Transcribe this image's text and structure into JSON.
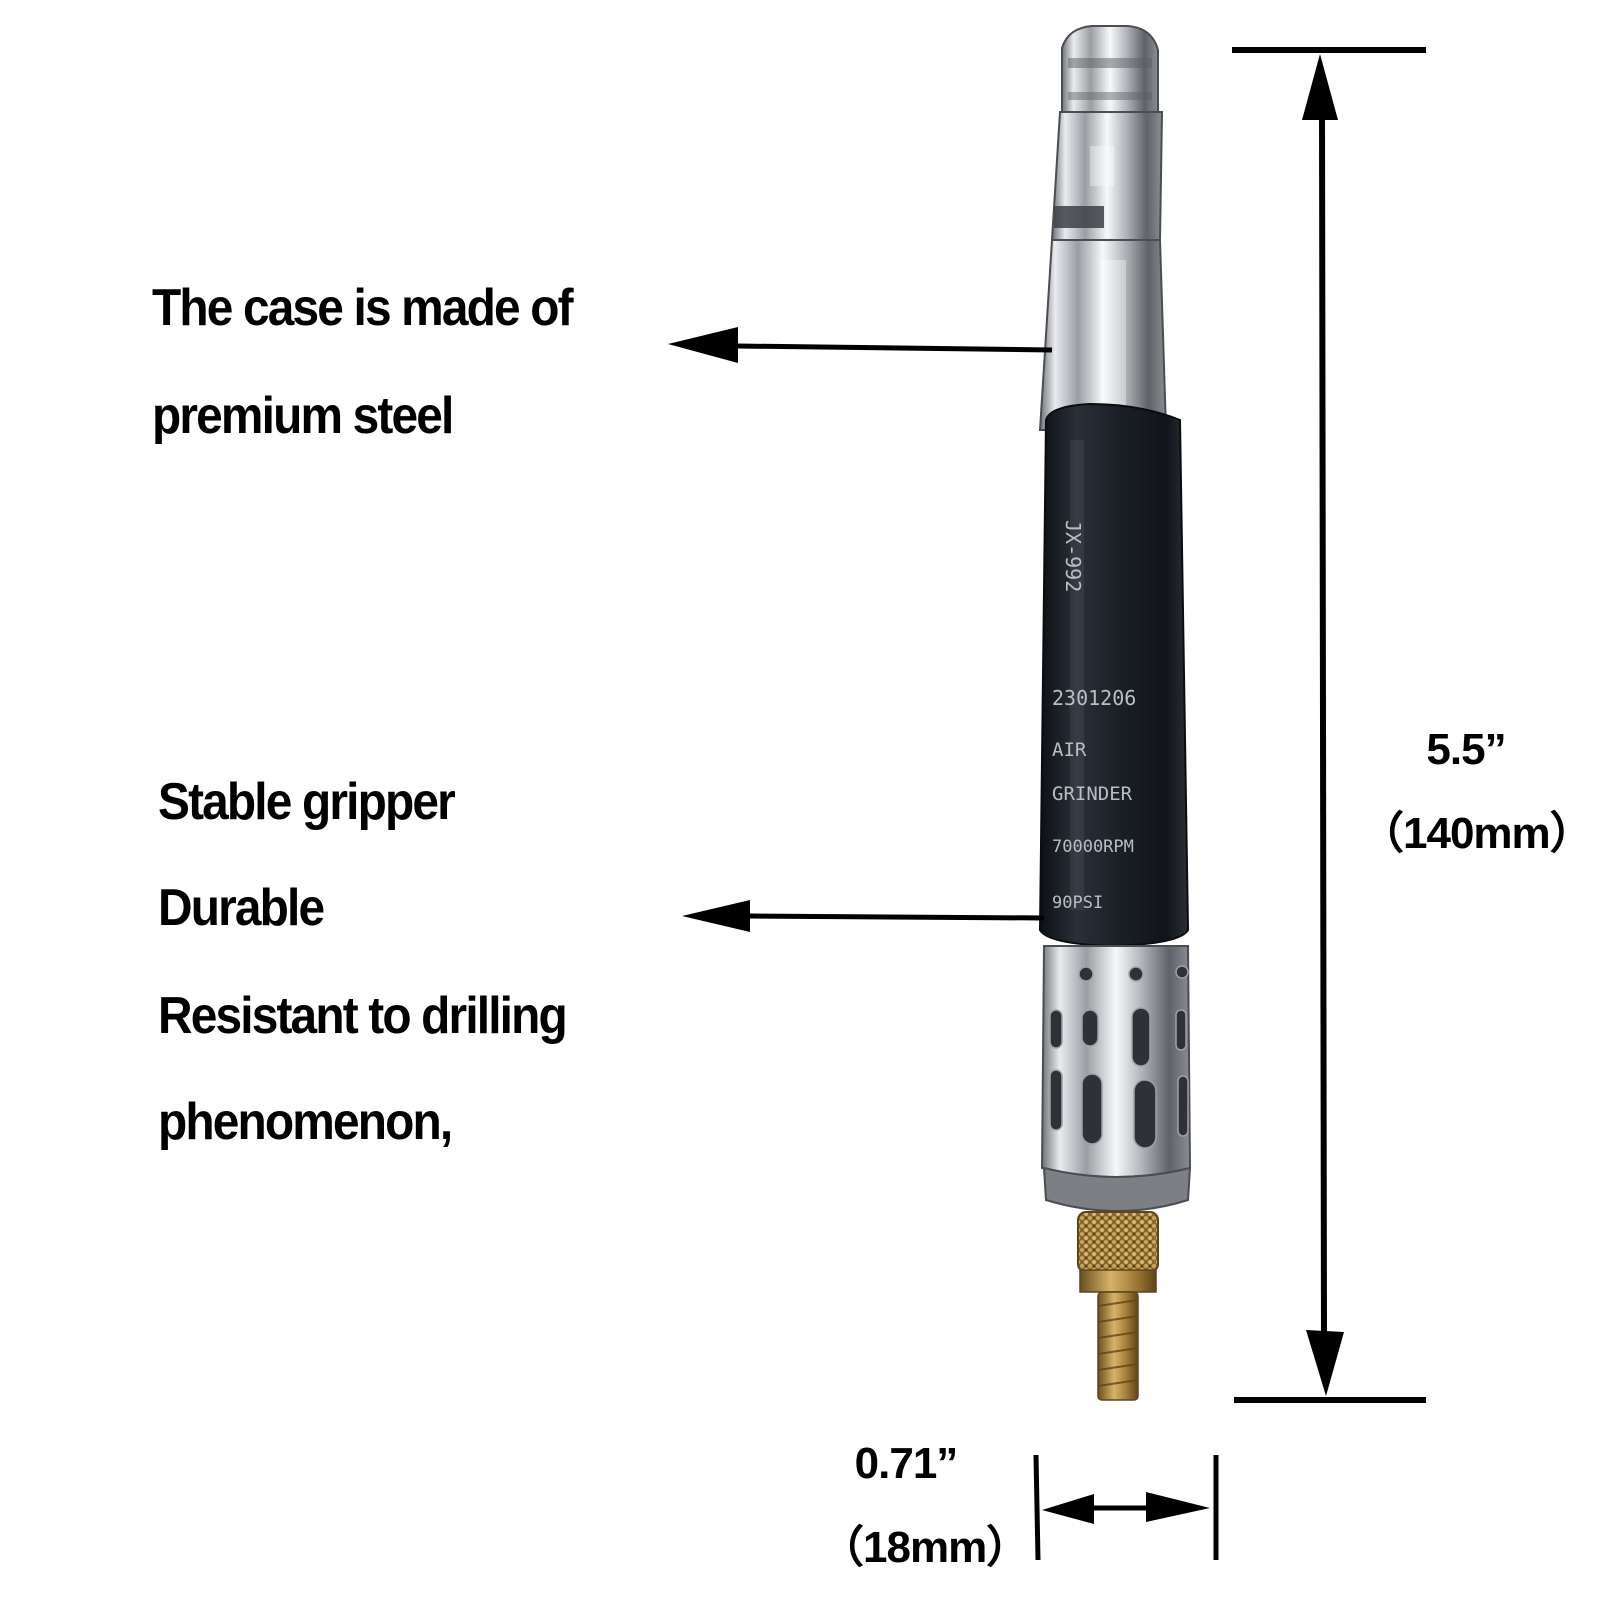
{
  "callouts": {
    "case": {
      "line1": "The case is made of",
      "line2": "premium steel"
    },
    "grip": {
      "line1": "Stable gripper",
      "line2": "Durable",
      "line3": "Resistant to drilling",
      "line4": "phenomenon,"
    }
  },
  "dimensions": {
    "length_in": "5.5”",
    "length_mm": "（140mm）",
    "diameter_in": "0.71”",
    "diameter_mm": "（18mm）"
  },
  "product_markings": {
    "model": "JX-992",
    "serial": "2301206",
    "type_line1": "AIR",
    "type_line2": "GRINDER",
    "speed": "70000RPM",
    "pressure": "90PSI"
  },
  "colors": {
    "text": "#000000",
    "background": "#ffffff",
    "grip": "#1c2228",
    "chrome": "#c9ccd0",
    "brass": "#b08a3e"
  }
}
